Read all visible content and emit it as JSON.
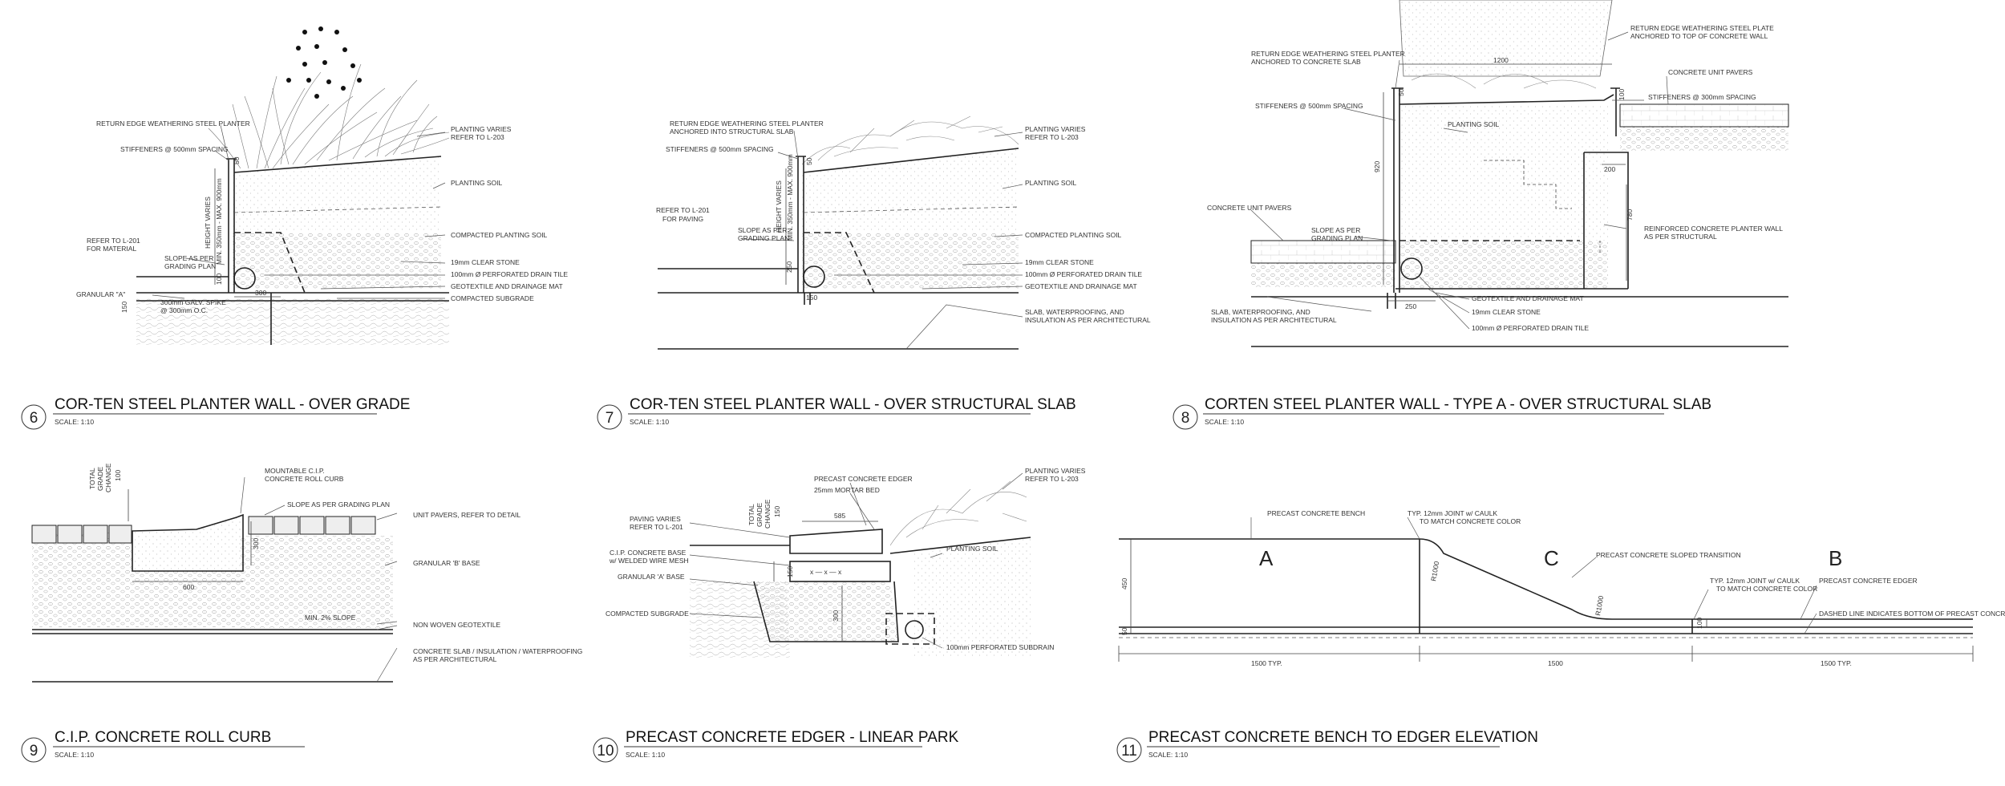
{
  "details": [
    {
      "number": "6",
      "title": "COR-TEN STEEL PLANTER WALL - OVER GRADE",
      "scale": "SCALE: 1:10",
      "notes": {
        "return_edge": "RETURN EDGE WEATHERING STEEL PLANTER",
        "stiffeners": "STIFFENERS @ 500mm SPACING",
        "planting_varies_1": "PLANTING VARIES",
        "planting_varies_2": "REFER TO L-203",
        "planting_soil": "PLANTING SOIL",
        "compacted_planting_soil": "COMPACTED PLANTING SOIL",
        "refer_l201_1": "REFER TO L-201",
        "refer_l201_2": "FOR MATERIAL",
        "slope_1": "SLOPE AS PER",
        "slope_2": "GRADING PLAN",
        "clear_stone": "19mm CLEAR STONE",
        "drain_tile": "100mm Ø PERFORATED DRAIN TILE",
        "geotextile": "GEOTEXTILE AND DRAINAGE MAT",
        "compacted_subgrade": "COMPACTED SUBGRADE",
        "granular": "GRANULAR \"A\"",
        "spike_1": "300mm GALV. SPIKE",
        "spike_2": "@ 300mm O.C.",
        "height_1": "HEIGHT VARIES",
        "height_2": "MIN. 350mm - MAX. 900mm",
        "dim_50": "50",
        "dim_100": "100",
        "dim_150": "150",
        "dim_300": "300"
      }
    },
    {
      "number": "7",
      "title": "COR-TEN STEEL PLANTER WALL - OVER STRUCTURAL SLAB",
      "scale": "SCALE: 1:10",
      "notes": {
        "return_edge_1": "RETURN EDGE WEATHERING STEEL PLANTER",
        "return_edge_2": "ANCHORED INTO STRUCTURAL SLAB",
        "stiffeners": "STIFFENERS @ 500mm SPACING",
        "planting_varies_1": "PLANTING VARIES",
        "planting_varies_2": "REFER TO L-203",
        "planting_soil": "PLANTING SOIL",
        "compacted_planting_soil": "COMPACTED PLANTING SOIL",
        "refer_l201_1": "REFER TO L-201",
        "refer_l201_2": "FOR PAVING",
        "slope_1": "SLOPE AS PER",
        "slope_2": "GRADING PLAN",
        "clear_stone": "19mm CLEAR STONE",
        "drain_tile": "100mm Ø PERFORATED DRAIN TILE",
        "geotextile": "GEOTEXTILE AND DRAINAGE MAT",
        "slab_1": "SLAB, WATERPROOFING, AND",
        "slab_2": "INSULATION AS PER ARCHITECTURAL",
        "height_1": "HEIGHT VARIES",
        "height_2": "MIN. 350mm - MAX. 900mm",
        "dim_50": "50",
        "dim_250": "250",
        "dim_150": "150"
      }
    },
    {
      "number": "8",
      "title": "CORTEN STEEL PLANTER WALL - TYPE A - OVER STRUCTURAL SLAB",
      "scale": "SCALE: 1:10",
      "notes": {
        "return_plate_1": "RETURN EDGE WEATHERING STEEL PLATE",
        "return_plate_2": "ANCHORED TO TOP OF CONCRETE WALL",
        "return_edge_1": "RETURN EDGE WEATHERING STEEL PLANTER",
        "return_edge_2": "ANCHORED TO CONCRETE SLAB",
        "unit_pavers": "CONCRETE UNIT PAVERS",
        "stiffeners_300": "STIFFENERS @ 300mm SPACING",
        "stiffeners_500": "STIFFENERS @ 500mm SPACING",
        "planting_soil": "PLANTING SOIL",
        "unit_pavers_2": "CONCRETE UNIT PAVERS",
        "slope_1": "SLOPE AS PER",
        "slope_2": "GRADING PLAN",
        "rc_wall_1": "REINFORCED CONCRETE PLANTER WALL",
        "rc_wall_2": "AS PER STRUCTURAL",
        "geotextile": "GEOTEXTILE AND DRAINAGE MAT",
        "clear_stone": "19mm CLEAR STONE",
        "drain_tile": "100mm Ø PERFORATED DRAIN TILE",
        "slab_1": "SLAB, WATERPROOFING, AND",
        "slab_2": "INSULATION AS PER ARCHITECTURAL",
        "dim_1200": "1200",
        "dim_920": "920",
        "dim_200": "200",
        "dim_780": "780",
        "dim_250": "250",
        "dim_50": "50",
        "dim_100": "100"
      }
    },
    {
      "number": "9",
      "title": "C.I.P. CONCRETE ROLL CURB",
      "scale": "SCALE: 1:10",
      "notes": {
        "total_grade_1": "TOTAL",
        "total_grade_2": "GRADE",
        "total_grade_3": "CHANGE",
        "total_grade_4": "100",
        "mountable_1": "MOUNTABLE C.I.P.",
        "mountable_2": "CONCRETE ROLL CURB",
        "slope": "SLOPE AS PER GRADING PLAN",
        "unit_pavers": "UNIT PAVERS, REFER TO DETAIL",
        "granular_b": "GRANULAR 'B' BASE",
        "min_slope": "MIN. 2% SLOPE",
        "non_woven": "NON WOVEN GEOTEXTILE",
        "slab_1": "CONCRETE SLAB / INSULATION / WATERPROOFING",
        "slab_2": "AS PER ARCHITECTURAL",
        "dim_600": "600",
        "dim_300": "300"
      }
    },
    {
      "number": "10",
      "title": "PRECAST CONCRETE EDGER - LINEAR PARK",
      "scale": "SCALE: 1:10",
      "notes": {
        "precast_edger": "PRECAST CONCRETE EDGER",
        "mortar_bed": "25mm MORTAR BED",
        "planting_varies_1": "PLANTING VARIES",
        "planting_varies_2": "REFER TO L-203",
        "paving_varies_1": "PAVING VARIES",
        "paving_varies_2": "REFER TO L-201",
        "total_grade_1": "TOTAL",
        "total_grade_2": "GRADE",
        "total_grade_3": "CHANGE",
        "total_grade_4": "150",
        "planting_soil": "PLANTING SOIL",
        "cip_base_1": "C.I.P. CONCRETE BASE",
        "cip_base_2": "w/ WELDED WIRE MESH",
        "granular_a": "GRANULAR 'A' BASE",
        "compacted_subgrade": "COMPACTED SUBGRADE",
        "subdrain": "100mm PERFORATED SUBDRAIN",
        "dim_585": "585",
        "dim_150": "150",
        "dim_300": "300",
        "wire_marks": "x — x — x"
      }
    },
    {
      "number": "11",
      "title": "PRECAST CONCRETE BENCH TO EDGER ELEVATION",
      "scale": "SCALE: 1:10",
      "notes": {
        "bench": "PRECAST CONCRETE BENCH",
        "joint_1_a": "TYP. 12mm JOINT w/ CAULK",
        "joint_1_b": "TO MATCH CONCRETE COLOR",
        "transition": "PRECAST CONCRETE SLOPED TRANSITION",
        "joint_2_a": "TYP. 12mm JOINT w/ CAULK",
        "joint_2_b": "TO MATCH CONCRETE COLOR",
        "edger": "PRECAST CONCRETE EDGER",
        "dashed_line": "DASHED LINE INDICATES BOTTOM OF PRECAST CONCRETE",
        "label_a": "A",
        "label_c": "C",
        "label_b": "B",
        "dim_450": "450",
        "dim_50": "50",
        "dim_100": "100",
        "dim_r1000_1": "R1000",
        "dim_r1000_2": "R1000",
        "dim_1500_typ_1": "1500 TYP.",
        "dim_1500": "1500",
        "dim_1500_typ_2": "1500 TYP."
      }
    }
  ]
}
